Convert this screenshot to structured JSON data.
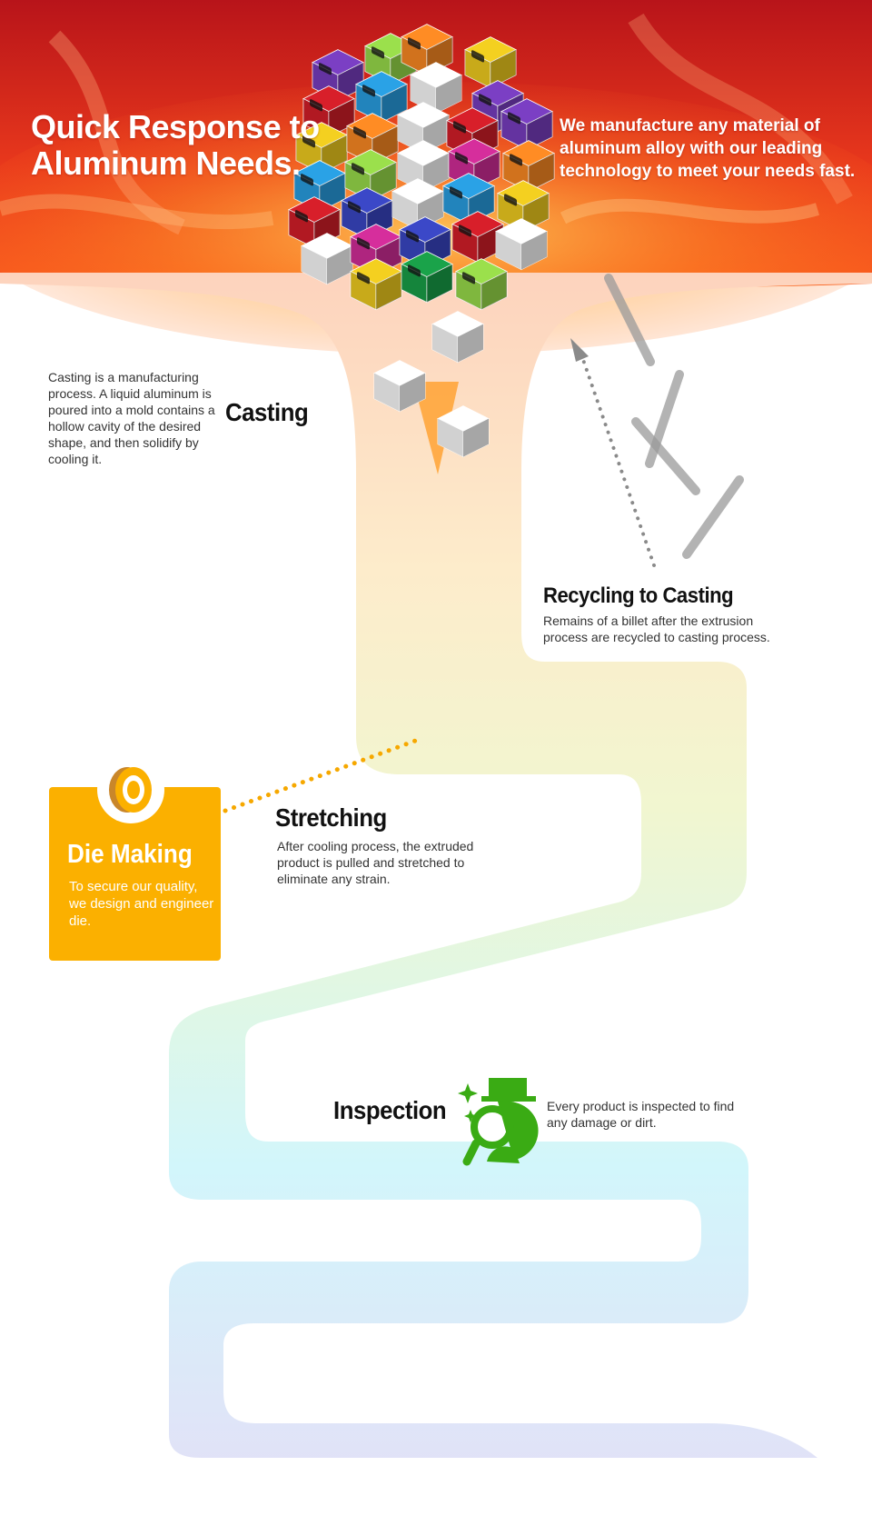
{
  "hero": {
    "title_line1": "Quick Response to",
    "title_line2": "Aluminum Needs.",
    "description": "We manufacture any material of aluminum alloy with our leading technology to meet your needs fast."
  },
  "steps": {
    "casting": {
      "title": "Casting",
      "description": "Casting is a manufacturing process.  A liquid aluminum is poured into a mold contains a hollow cavity of the desired shape, and then solidify by cooling it."
    },
    "recycling": {
      "title": "Recycling to Casting",
      "description": "Remains of a billet after the extrusion process are recycled to casting process."
    },
    "die_making": {
      "title": "Die Making",
      "description": "To secure our quality, we design and engineer die."
    },
    "stretching": {
      "title": "Stretching",
      "description": "After cooling process, the extruded product is pulled and stretched to eliminate any strain."
    },
    "inspection": {
      "title": "Inspection",
      "description": "Every product is inspected to find any damage or dirt."
    }
  },
  "icons": {
    "cube_symbols": [
      "bus",
      "airplane",
      "bicycle",
      "truck",
      "sailboat",
      "car",
      "train",
      "helicopter",
      "motorcycle",
      "crane"
    ],
    "die_icon": "die-ring-icon",
    "inspection_icon": "magnifier-worker-icon"
  },
  "colors": {
    "fire_top": "#c21a1a",
    "fire_mid": "#ff5a1a",
    "die_orange": "#fbb000",
    "inspection_green": "#3aab14",
    "dots_orange": "#f6a800",
    "dots_gray": "#8a8a8a",
    "path_top": "#fde3cf",
    "path_mid": "#f2f6d2",
    "path_cyan": "#d6f6fb",
    "path_bottom": "#e1e3f6"
  }
}
